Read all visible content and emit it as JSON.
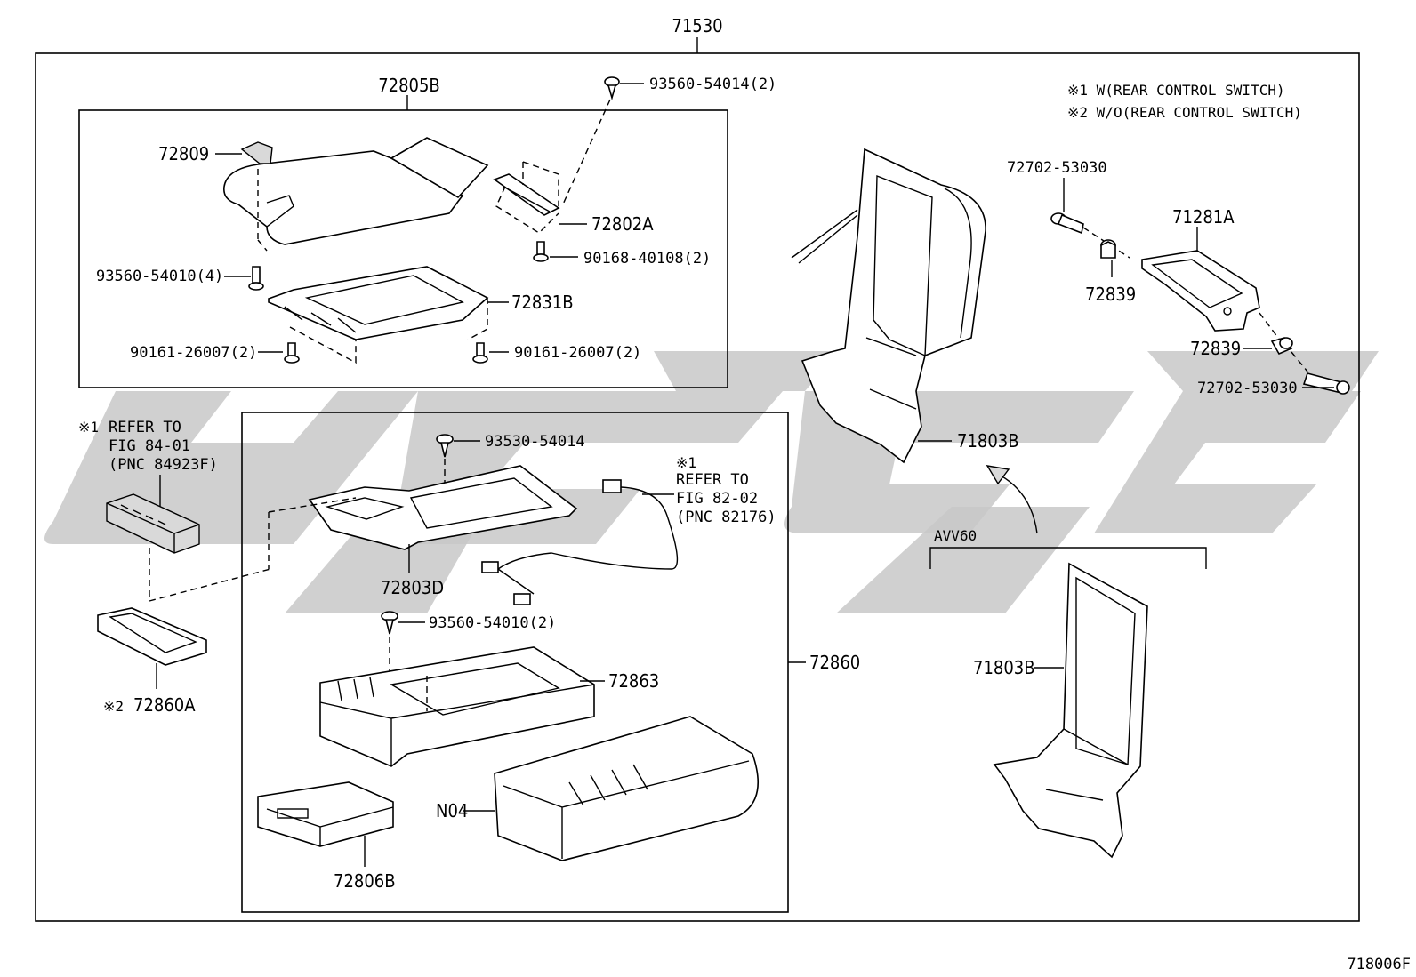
{
  "diagram_id": "718006F",
  "assembly_number": "71530",
  "notes": {
    "note1": "※1 W(REAR CONTROL SWITCH)",
    "note2": "※2 W/O(REAR CONTROL SWITCH)"
  },
  "callouts": {
    "c72805B": "72805B",
    "c72809": "72809",
    "c93560_54014": "93560-54014(2)",
    "c72802A": "72802A",
    "c90168": "90168-40108(2)",
    "c93560_54010_4": "93560-54010(4)",
    "c72831B": "72831B",
    "c90161_a": "90161-26007(2)",
    "c90161_b": "90161-26007(2)",
    "c72702_top": "72702-53030",
    "c71281A": "71281A",
    "c72839_a": "72839",
    "c72839_b": "72839",
    "c72702_bot": "72702-53030",
    "c71803B_a": "71803B",
    "c71803B_b": "71803B",
    "c93530": "93530-54014",
    "c72803D": "72803D",
    "c93560_54010_2": "93560-54010(2)",
    "c72863": "72863",
    "c72860": "72860",
    "cN04": "N04",
    "c72806B": "72806B",
    "c72860A": "72860A",
    "mark1": "※1",
    "mark2": "※2",
    "avv": "AVV60"
  },
  "refer_switch": {
    "mark": "※1",
    "line1": "REFER TO",
    "line2": "FIG 84-01",
    "line3": "(PNC 84923F)"
  },
  "refer_wire": {
    "mark": "※1",
    "line1": "REFER TO",
    "line2": "FIG 82-02",
    "line3": "(PNC 82176)"
  }
}
